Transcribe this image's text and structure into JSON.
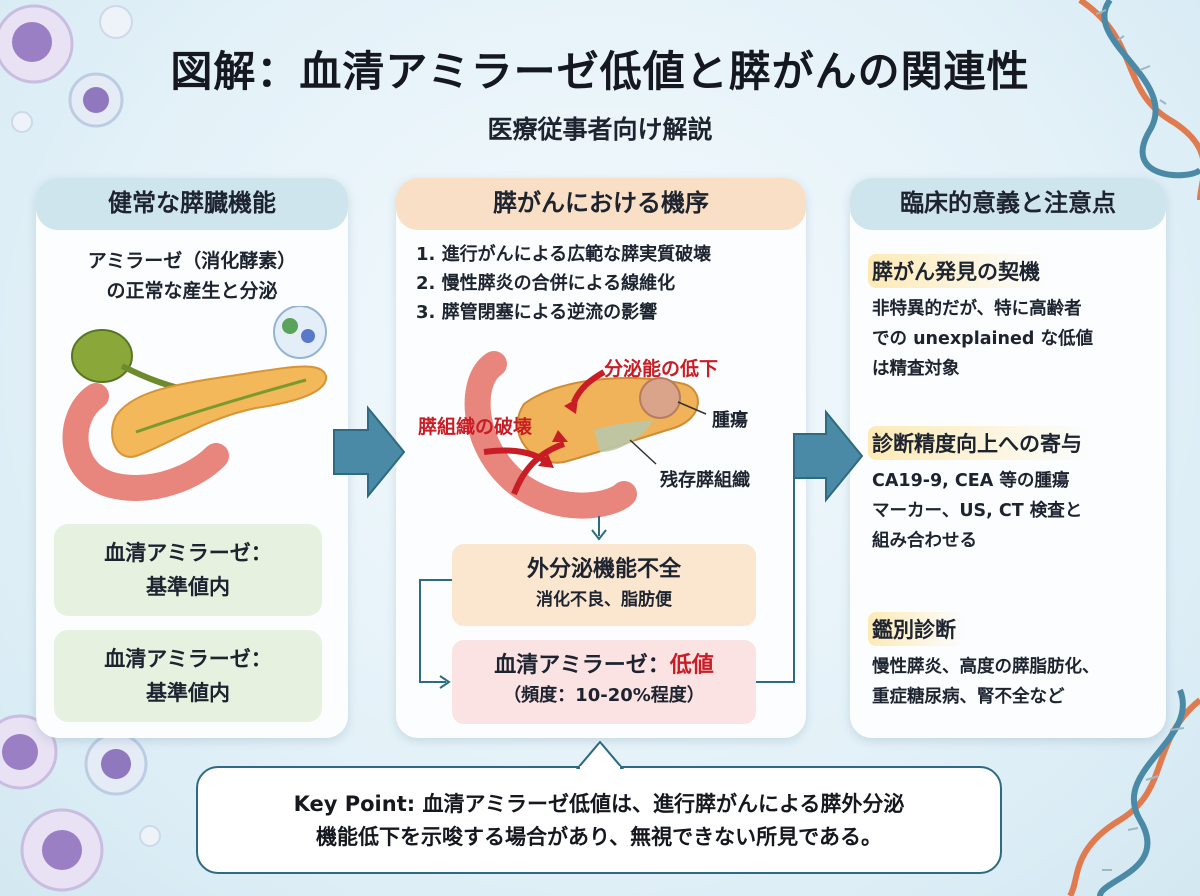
{
  "title": "図解：血清アミラーゼ低値と膵がんの関連性",
  "subtitle": "医療従事者向け解説",
  "left": {
    "header": "健常な膵臓機能",
    "amylase_line1": "アミラーゼ（消化酵素）",
    "amylase_line2": "の正常な産生と分泌",
    "box1_line1": "血清アミラーゼ：",
    "box1_line2": "基準値内",
    "box2_line1": "血清アミラーゼ：",
    "box2_line2": "基準値内"
  },
  "center": {
    "header": "膵がんにおける機序",
    "items": [
      "1. 進行がんによる広範な膵実質破壊",
      "2. 慢性膵炎の合併による線維化",
      "3. 膵管閉塞による逆流の影響"
    ],
    "label_secretion": "分泌能の低下",
    "label_destruction": "膵組織の破壊",
    "label_tumor": "腫瘍",
    "label_residual": "残存膵組織",
    "exocrine_title": "外分泌機能不全",
    "exocrine_sub": "消化不良、脂肪便",
    "serum_prefix": "血清アミラーゼ：",
    "serum_low": "低値",
    "serum_freq": "（頻度：10-20%程度）"
  },
  "right": {
    "header": "臨床的意義と注意点",
    "sections": [
      {
        "title": "膵がん発見の契機",
        "lines": [
          "非特異的だが、特に高齢者",
          "での unexplained な低値",
          "は精査対象"
        ]
      },
      {
        "title": "診断精度向上への寄与",
        "lines": [
          "CA19-9, CEA 等の腫瘍",
          "マーカー、US, CT 検査と",
          "組み合わせる"
        ]
      },
      {
        "title": "鑑別診断",
        "lines": [
          "慢性膵炎、高度の膵脂肪化、",
          "重症糖尿病、腎不全など"
        ]
      }
    ]
  },
  "keypoint": {
    "line1": "Key Point: 血清アミラーゼ低値は、進行膵がんによる膵外分泌",
    "line2": "機能低下を示唆する場合があり、無視できない所見である。"
  },
  "colors": {
    "accent_red": "#c81d25",
    "arrow_blue": "#4a8aa6",
    "header_blue": "#cfe5ee",
    "header_orange": "#f9dfc6"
  }
}
